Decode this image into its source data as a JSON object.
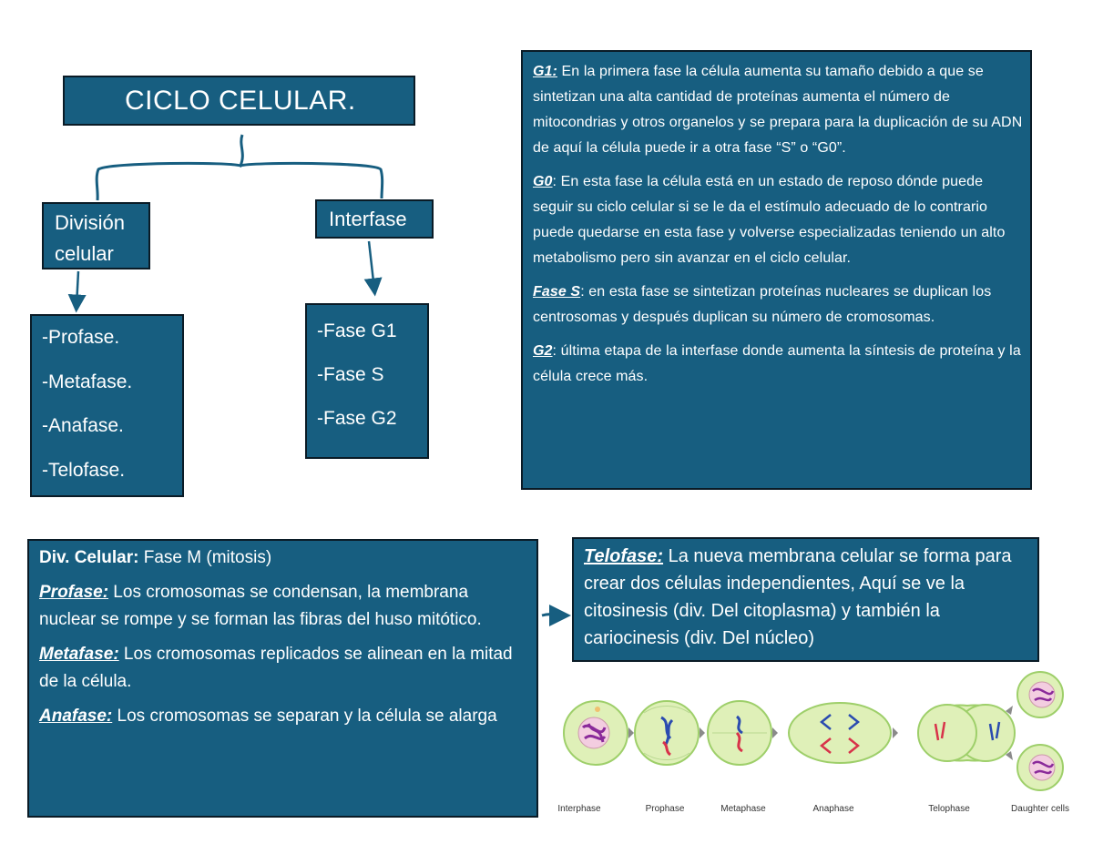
{
  "title": "CICLO CELULAR.",
  "branches": {
    "division": "División celular",
    "interphase": "Interfase"
  },
  "mitosis_phases": [
    "-Profase.",
    "-Metafase.",
    "-Anafase.",
    "-Telofase."
  ],
  "interphase_phases": [
    "-Fase G1",
    "-Fase S",
    "-Fase G2"
  ],
  "interphase_info": [
    {
      "label": "G1:",
      "text": " En la primera fase la célula aumenta su tamaño debido a que se sintetizan una alta cantidad de proteínas aumenta el número de mitocondrias y otros organelos y se prepara para la duplicación de su ADN de aquí la célula puede ir a otra fase “S”  o “G0”."
    },
    {
      "label": "G0",
      "text": ": En esta fase la célula está en un estado de reposo dónde puede seguir su ciclo celular si se le da el estímulo adecuado de lo contrario puede quedarse en esta fase y volverse especializadas teniendo un alto metabolismo pero sin avanzar en el ciclo celular."
    },
    {
      "label": "Fase S",
      "text": ": en esta fase se sintetizan proteínas nucleares se duplican los centrosomas y después duplican su número de cromosomas."
    },
    {
      "label": "G2",
      "text": ": última etapa de la interfase donde aumenta la síntesis de proteína y la célula crece más."
    }
  ],
  "mitosis_info": {
    "heading_bold": "Div. Celular:",
    "heading_rest": " Fase M (mitosis)",
    "items": [
      {
        "label": "Profase:",
        "text": " Los cromosomas se condensan, la membrana nuclear se rompe y se forman las fibras del huso mitótico."
      },
      {
        "label": "Metafase:",
        "text": " Los cromosomas replicados se alinean en la mitad de la célula."
      },
      {
        "label": "Anafase:",
        "text": " Los cromosomas se separan y la célula se alarga"
      }
    ]
  },
  "telophase_info": {
    "label": "Telofase:",
    "text": " La nueva membrana celular se forma para crear dos células independientes, Aquí se ve la citosinesis (div. Del citoplasma) y también la cariocinesis (div. Del núcleo)"
  },
  "figure_captions": [
    "Interphase",
    "Prophase",
    "Metaphase",
    "Anaphase",
    "Telophase",
    "Daughter cells"
  ],
  "colors": {
    "box_fill": "#175e80",
    "box_border": "#0a1b26",
    "cell_fill": "#dff0b8",
    "cell_edge": "#9ecf6a",
    "chrom_red": "#d8334a",
    "chrom_blue": "#2a4bb0"
  }
}
